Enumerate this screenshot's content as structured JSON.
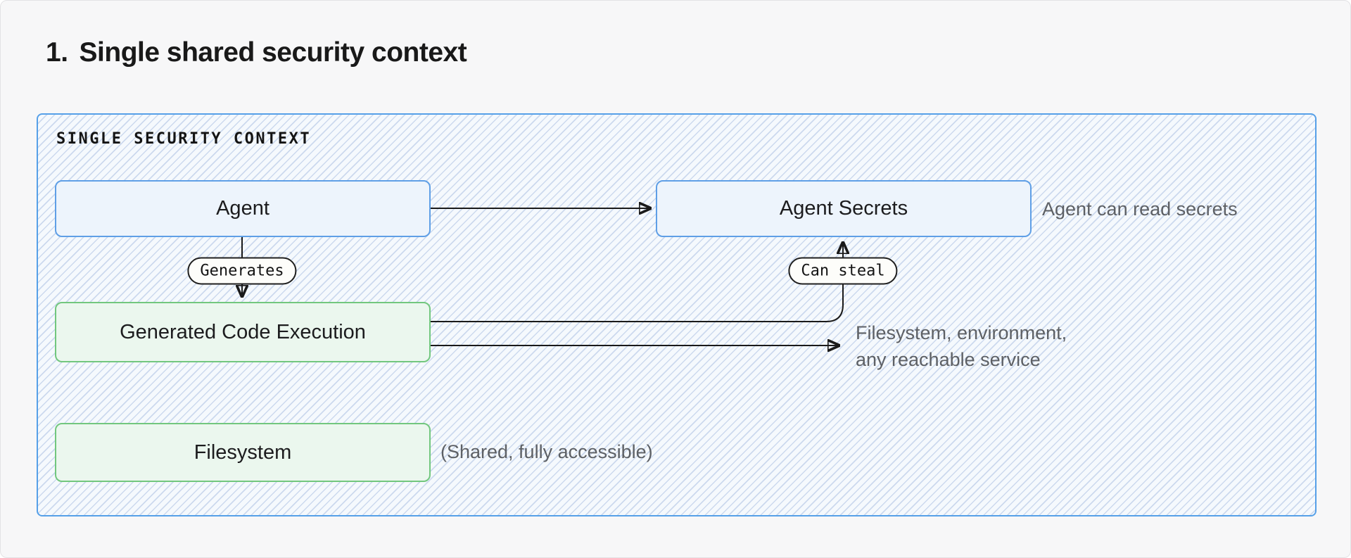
{
  "page": {
    "title_number": "1.",
    "title": "Single shared security context"
  },
  "diagram": {
    "label": "SINGLE SECURITY CONTEXT",
    "nodes": {
      "agent": {
        "label": "Agent",
        "kind": "blue"
      },
      "agent_secrets": {
        "label": "Agent Secrets",
        "kind": "blue"
      },
      "generated_code_execution": {
        "label": "Generated Code Execution",
        "kind": "green"
      },
      "filesystem": {
        "label": "Filesystem",
        "kind": "green"
      }
    },
    "edge_labels": {
      "generates": "Generates",
      "can_steal": "Can steal"
    },
    "annotations": {
      "read_secrets": "Agent can read secrets",
      "reachable_line1": "Filesystem, environment,",
      "reachable_line2": "any reachable service",
      "shared": "(Shared, fully accessible)"
    },
    "colors": {
      "container_border": "#56a0e8",
      "hatch_stripe": "#ccd9ee",
      "hatch_background": "#f5f9fd",
      "blue_node_fill": "#edf4fc",
      "blue_node_border": "#5f9fe6",
      "green_node_fill": "#ebf7ee",
      "green_node_border": "#72c77e",
      "arrow": "#1a1a1a",
      "annotation_text": "#5d6065",
      "page_background": "#f7f7f8"
    }
  }
}
